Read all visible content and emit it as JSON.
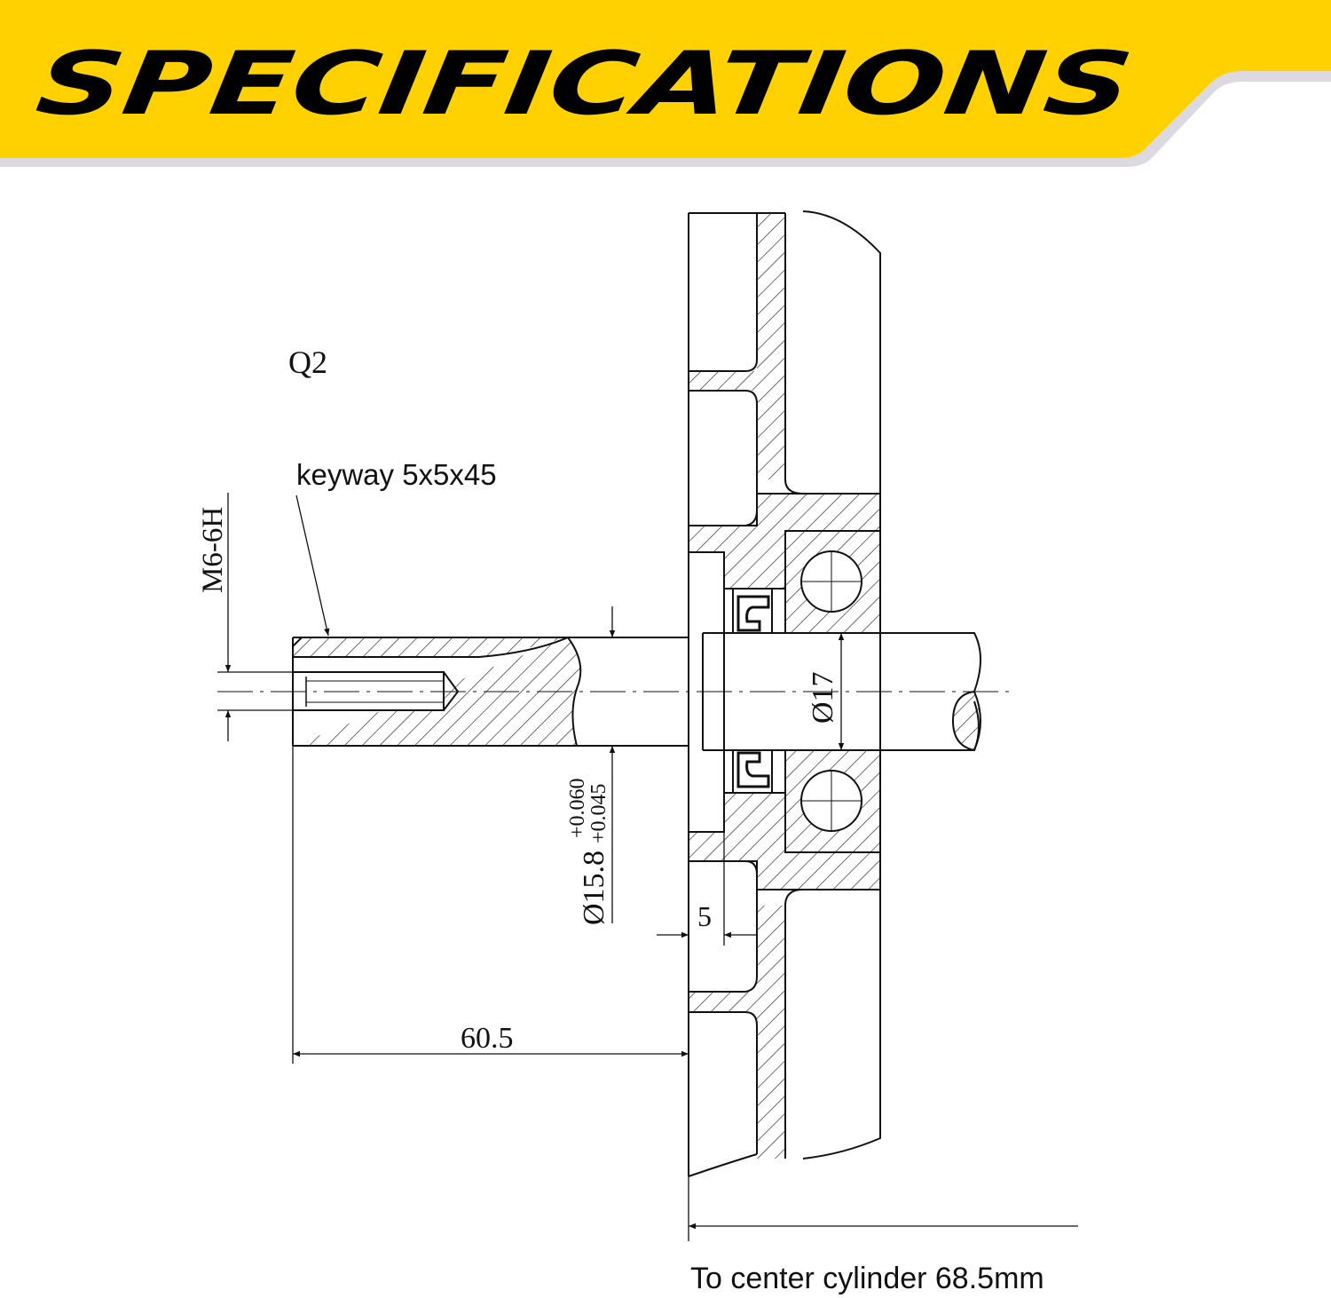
{
  "header": {
    "title": "SPECIFICATIONS",
    "banner_color": "#FFD100",
    "shadow_color": "#DCDAE0",
    "text_color": "#000000"
  },
  "drawing": {
    "model_label": "Q2",
    "keyway_label": "keyway 5x5x45",
    "thread_label": "M6-6H",
    "shaft_diameter_label": "Ø15.8",
    "tolerance_upper": "+0.060",
    "tolerance_lower": "+0.045",
    "bearing_shaft_diameter_label": "Ø17",
    "offset_label": "5",
    "shaft_length_label": "60.5",
    "cylinder_distance_label": "To center cylinder 68.5mm"
  }
}
